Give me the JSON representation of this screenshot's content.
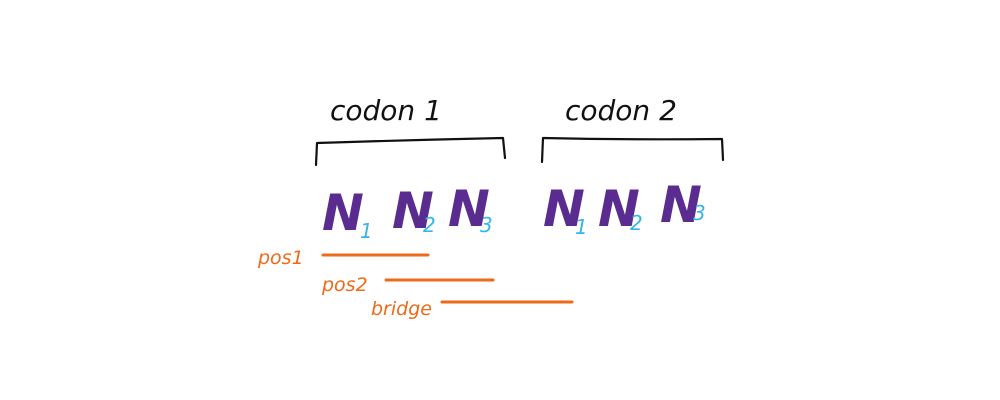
{
  "codons": [
    {
      "label": "codon 1",
      "nucleotides": [
        {
          "base": "N",
          "sub": "1"
        },
        {
          "base": "N",
          "sub": "2"
        },
        {
          "base": "N",
          "sub": "3"
        }
      ]
    },
    {
      "label": "codon 2",
      "nucleotides": [
        {
          "base": "N",
          "sub": "1"
        },
        {
          "base": "N",
          "sub": "2"
        },
        {
          "base": "N",
          "sub": "3"
        }
      ]
    }
  ],
  "spans": [
    {
      "label": "pos1"
    },
    {
      "label": "pos2"
    },
    {
      "label": "bridge"
    }
  ],
  "colors": {
    "nucleotide": "#5b2c8f",
    "subscript": "#33b7e6",
    "span": "#ee6a1b",
    "ink": "#111111",
    "background": "#ffffff"
  }
}
